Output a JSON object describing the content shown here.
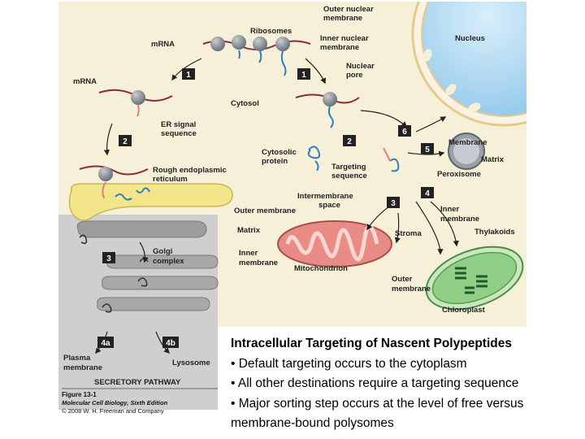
{
  "diagram": {
    "labels": {
      "outer_nuclear_membrane": [
        "Outer nuclear",
        "membrane"
      ],
      "ribosomes": "Ribosomes",
      "mrna_top": "mRNA",
      "mrna_left": "mRNA",
      "inner_nuclear_membrane": [
        "Inner nuclear",
        "membrane"
      ],
      "nucleus": "Nucleus",
      "nuclear_pore": [
        "Nuclear",
        "pore"
      ],
      "cytosol": "Cytosol",
      "er_signal_sequence": [
        "ER signal",
        "sequence"
      ],
      "rough_er": [
        "Rough endoplasmic",
        "reticulum"
      ],
      "cytosolic_protein": [
        "Cytosolic",
        "protein"
      ],
      "targeting_sequence": [
        "Targeting",
        "sequence"
      ],
      "membrane": "Membrane",
      "matrix_peroxisome": "Matrix",
      "peroxisome": "Peroxisome",
      "intermembrane_space": [
        "Intermembrane",
        "space"
      ],
      "outer_membrane_mito": "Outer membrane",
      "matrix_mito": "Matrix",
      "inner_membrane_mito": [
        "Inner",
        "membrane"
      ],
      "mitochondrion": "Mitochondrion",
      "stroma": "Stroma",
      "inner_membrane_chloro": [
        "Inner",
        "membrane"
      ],
      "thylakoids": "Thylakoids",
      "outer_membrane_chloro": [
        "Outer",
        "membrane"
      ],
      "chloroplast": "Chloroplast",
      "golgi_complex": [
        "Golgi",
        "complex"
      ],
      "plasma_membrane": [
        "Plasma",
        "membrane"
      ],
      "lysosome": "Lysosome",
      "secretory_pathway": "SECRETORY PATHWAY"
    },
    "steps": {
      "s1a": "1",
      "s1b": "1",
      "s2a": "2",
      "s2b": "2",
      "s3a": "3",
      "s3b": "3",
      "s4": "4",
      "s4a": "4a",
      "s4b": "4b",
      "s5": "5",
      "s6": "6"
    },
    "caption": {
      "figure": "Figure 13-1",
      "book": "Molecular Cell Biology, Sixth Edition",
      "copyright": "© 2008 W. H. Freeman and Company"
    }
  },
  "text": {
    "title": "Intracellular Targeting of Nascent Polypeptides",
    "bullets": [
      "• Default targeting occurs to the cytoplasm",
      "• All other destinations require a targeting sequence",
      "• Major sorting step occurs at the level of free versus membrane-bound polysomes"
    ]
  },
  "colors": {
    "background": "#f6f0d9",
    "nucleus": "#9fd0ef",
    "er": "#f2e58a",
    "secretory_panel": "#cfcfcf",
    "mitochondrion": "#e98c86",
    "chloroplast": "#8fcf86",
    "step_box": "#222222",
    "mrna": "#8b2a3f",
    "protein": "#2b7fc0"
  }
}
